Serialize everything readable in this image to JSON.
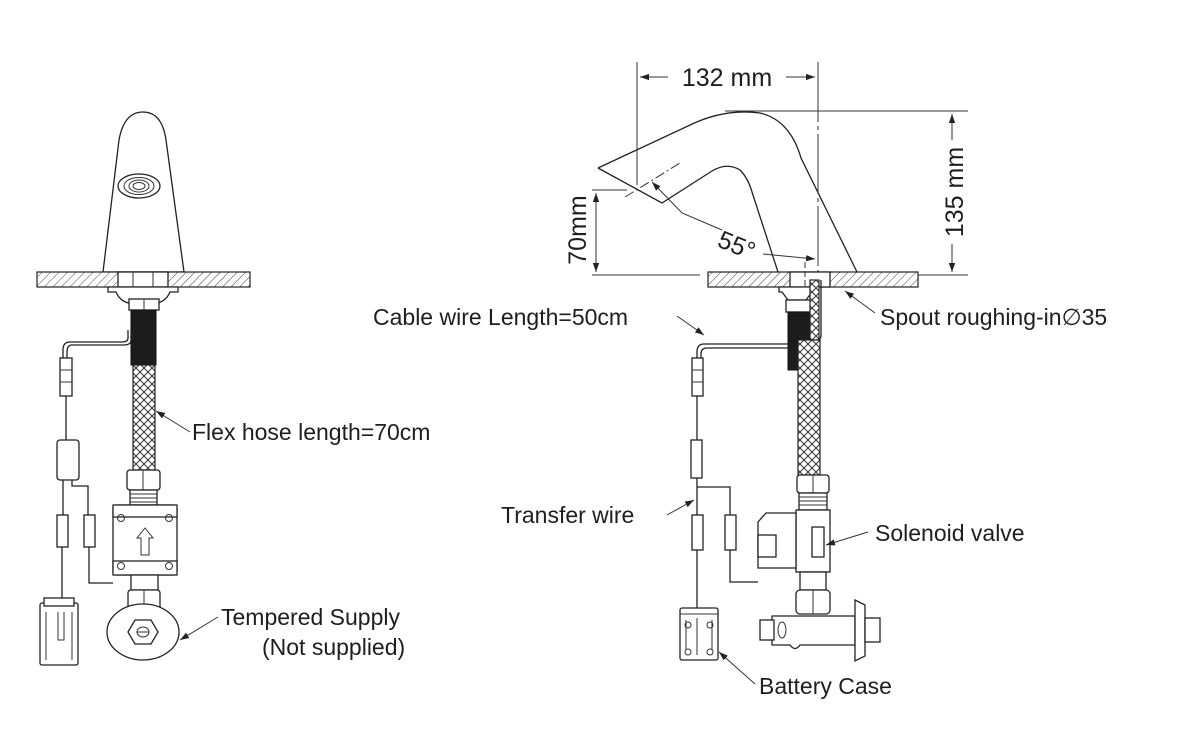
{
  "labels": {
    "flex_hose": "Flex hose length=70cm",
    "tempered_supply": "Tempered Supply",
    "not_supplied": "(Not supplied)",
    "cable_wire": "Cable wire Length=50cm",
    "spout_roughing": "Spout roughing-in∅35",
    "transfer_wire": "Transfer wire",
    "solenoid_valve": "Solenoid valve",
    "battery_case": "Battery Case"
  },
  "dimensions": {
    "spout_reach": "132 mm",
    "spout_height": "135 mm",
    "outlet_height": "70mm",
    "spray_angle": "55°"
  }
}
